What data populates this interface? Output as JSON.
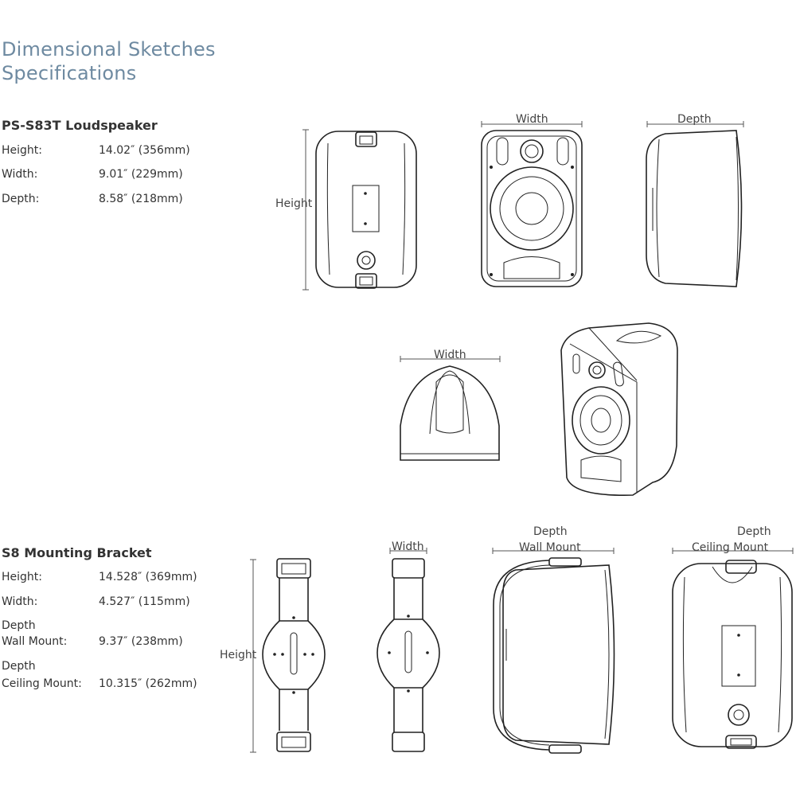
{
  "header": {
    "title_line1": "Dimensional Sketches",
    "title_line2": "Specifications"
  },
  "loudspeaker": {
    "name": "PS-S83T Loudspeaker",
    "specs": [
      {
        "label": "Height:",
        "value": "14.02″ (356mm)"
      },
      {
        "label": "Width:",
        "value": "9.01″ (229mm)"
      },
      {
        "label": "Depth:",
        "value": "8.58″ (218mm)"
      }
    ],
    "dim_labels": {
      "height": "Height",
      "width": "Width",
      "depth": "Depth",
      "width_top": "Width"
    }
  },
  "bracket": {
    "name": "S8 Mounting Bracket",
    "specs": [
      {
        "label": "Height:",
        "value": "14.528″ (369mm)"
      },
      {
        "label": "Width:",
        "value": "4.527″ (115mm)"
      },
      {
        "label_line1": "Depth",
        "label_line2": "Wall Mount:",
        "value": "9.37″ (238mm)"
      },
      {
        "label_line1": "Depth",
        "label_line2": "Ceiling Mount:",
        "value": "10.315″ (262mm)"
      }
    ],
    "dim_labels": {
      "height": "Height",
      "width": "Width",
      "wall_line1": "Depth",
      "wall_line2": "Wall Mount",
      "ceiling_line1": "Depth",
      "ceiling_line2": "Ceiling Mount"
    }
  }
}
